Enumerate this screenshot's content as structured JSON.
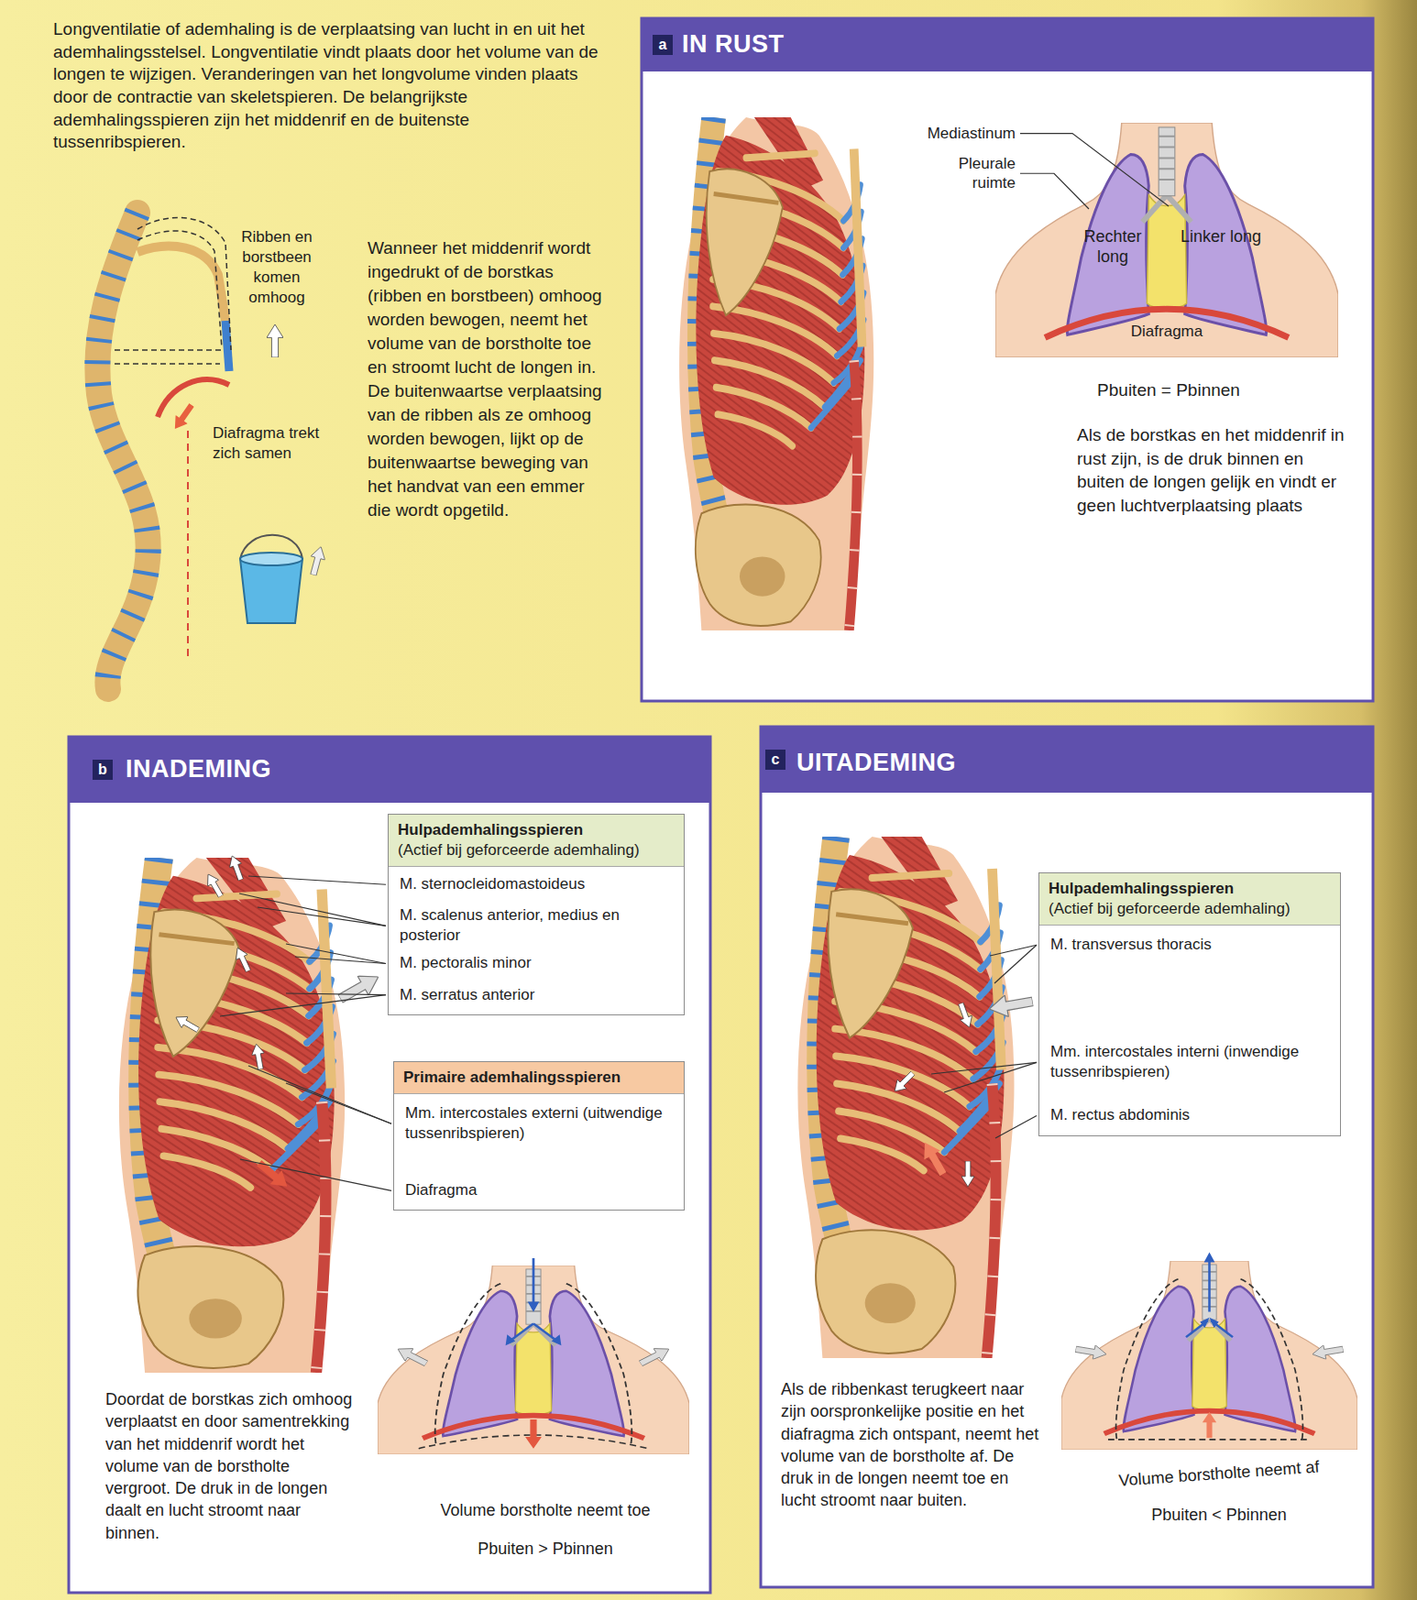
{
  "diagram": {
    "nodes": [
      {
        "text": [
          "IN RUST",
          "Als de borstkas en het middenrif in rust zijn, is de druk binnen en buiten de longen gelijk en vindt er geen luchtverplaatsing plaats"
        ]
      },
      {
        "text": [
          "INADEMING",
          "Doordat de borstkas zich omhoog verplaatst en door samentrekking van het middenrif wordt het volume van de borstholte vergroot. De druk in de longen daalt en lucht stroomt naar binnen."
        ]
      },
      {
        "text": [
          "Hulpademhalingsspieren",
          "(Actief bij geforceerde ademhaling)",
          "M. sternocleidomastoideus",
          "M. scalenus anterior, medius en posterior",
          "M. pectoralis minor",
          "M. serratus anterior"
        ],
        "in": 1
      },
      {
        "text": [
          "Primaire ademhalingsspieren",
          "Mm. intercostales externi (uitwendige tussenribspieren)",
          "Diafragma"
        ],
        "in": 1
      },
      {
        "text": [
          "UITADEMING",
          "Als de ribbenkast terugkeert naar zijn oorspronkelijke positie en het diafragma zich ontspant, neemt het volume van de borstholte af. De druk in de longen neemt toe en lucht stroomt naar buiten."
        ]
      },
      {
        "text": [
          "Hulpademhalingsspieren",
          "(Actief bij geforceerde ademhaling)",
          "M. transversus thoracis",
          "Mm. intercostales interni (inwendige tussenribspieren)",
          "M. rectus abdominis"
        ],
        "in": 4
      }
    ],
    "labels": [
      "Longventilatie of ademhaling is de verplaatsing van lucht in en uit het ademhalingsstelsel. Longventilatie vindt plaats door het volume van de longen te wijzigen. Veranderingen van het longvolume vinden plaats door de contractie van skeletspieren. De belangrijkste ademhalingsspieren zijn het middenrif en de buitenste tussenribspieren.",
      "Ribben en borstbeen komen omhoog",
      "Diafragma trekt zich samen",
      "Wanneer het middenrif wordt ingedrukt of de borstkas (ribben en borstbeen) omhoog worden bewogen, neemt het volume van de borstholte toe en stroomt lucht de longen in. De buitenwaartse verplaatsing van de ribben als ze omhoog worden bewogen, lijkt op de buitenwaartse beweging van het handvat van een emmer die wordt opgetild.",
      "a",
      "Mediastinum",
      "Pleurale ruimte",
      "Rechter long",
      "Linker long",
      "Diafragma",
      "Pbuiten = Pbinnen",
      "b",
      "Volume borstholte neemt toe",
      "Pbuiten > Pbinnen",
      "c",
      "Volume borstholte neemt af",
      "Pbuiten < Pbinnen"
    ]
  }
}
